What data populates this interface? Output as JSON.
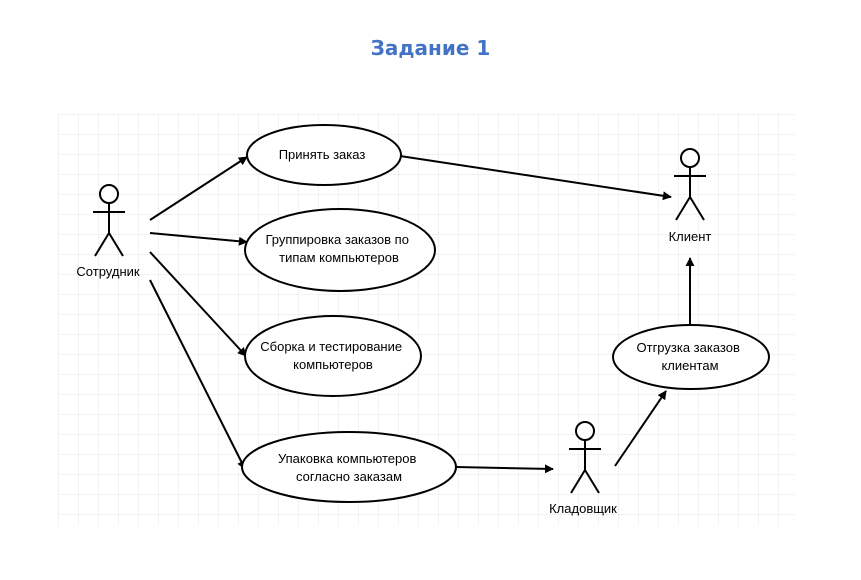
{
  "heading": "Задание 1",
  "colors": {
    "heading": "#4472c4",
    "grid": "#e6e6e6",
    "stroke": "#000000",
    "fill": "#ffffff"
  },
  "actors": {
    "employee": "Сотрудник",
    "client": "Клиент",
    "storekeeper": "Кладовщик"
  },
  "use_cases": {
    "accept_order": [
      "Принять заказ"
    ],
    "group_orders": [
      "Группировка заказов по",
      "типам компьютеров"
    ],
    "assembly": [
      "Сборка и тестирование",
      "компьютеров"
    ],
    "packing": [
      "Упаковка компьютеров",
      "согласно заказам"
    ],
    "shipment": [
      "Отгрузка заказов",
      "клиентам"
    ]
  }
}
